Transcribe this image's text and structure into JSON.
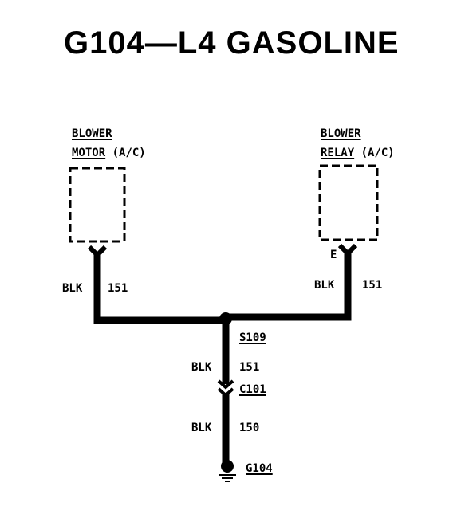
{
  "title": "G104—L4 GASOLINE",
  "components": {
    "blower_motor": {
      "line1": "BLOWER",
      "line2_name": "MOTOR",
      "line2_suffix": " (A/C)"
    },
    "blower_relay": {
      "line1": "BLOWER",
      "line2_name": "RELAY",
      "line2_suffix": " (A/C)",
      "pin": "E"
    }
  },
  "wires": {
    "left": {
      "color": "BLK",
      "circuit": "151"
    },
    "right": {
      "color": "BLK",
      "circuit": "151"
    },
    "middle": {
      "color": "BLK",
      "circuit": "151"
    },
    "lower": {
      "color": "BLK",
      "circuit": "150"
    }
  },
  "splice": {
    "label": "S109"
  },
  "connector": {
    "label": "C101"
  },
  "ground": {
    "label": "G104"
  }
}
